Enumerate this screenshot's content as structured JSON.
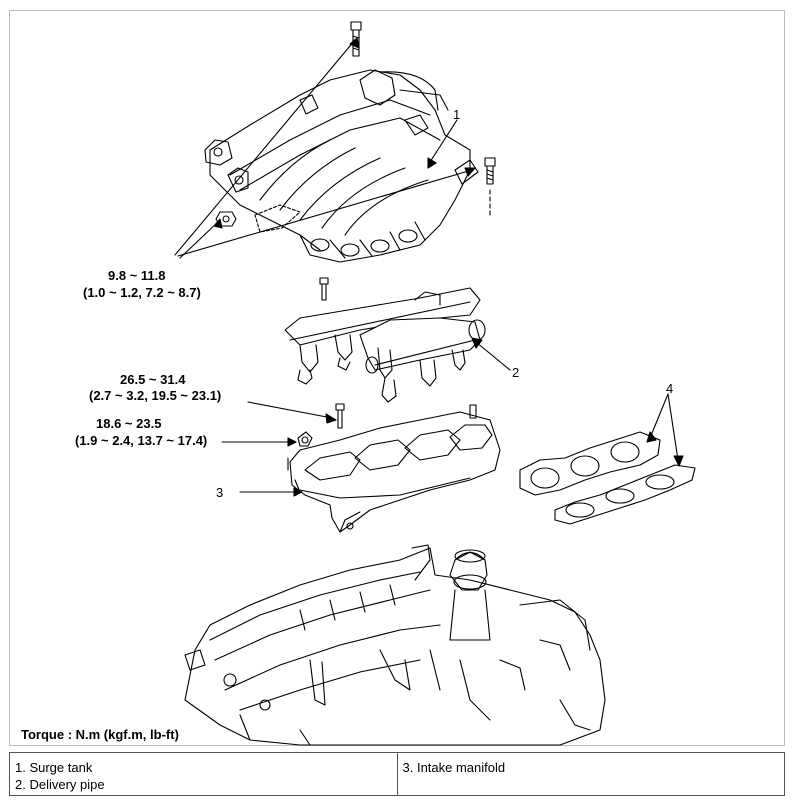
{
  "diagram": {
    "callouts": {
      "part1": "1",
      "part2": "2",
      "part3": "3",
      "part4": "4"
    },
    "torque_specs": {
      "surge_tank_bolts": {
        "nm": "9.8 ~ 11.8",
        "alt": "(1.0 ~ 1.2, 7.2 ~ 8.7)"
      },
      "delivery_pipe_bolt": {
        "nm": "26.5 ~ 31.4",
        "alt": "(2.7 ~ 3.2, 19.5 ~ 23.1)"
      },
      "intake_manifold_nut": {
        "nm": "18.6 ~ 23.5",
        "alt": "(1.9 ~ 2.4, 13.7 ~ 17.4)"
      }
    },
    "torque_units_note": "Torque : N.m (kgf.m, lb-ft)"
  },
  "legend": {
    "left": [
      "1. Surge tank",
      "2. Delivery pipe"
    ],
    "right": [
      "3. Intake manifold"
    ]
  }
}
